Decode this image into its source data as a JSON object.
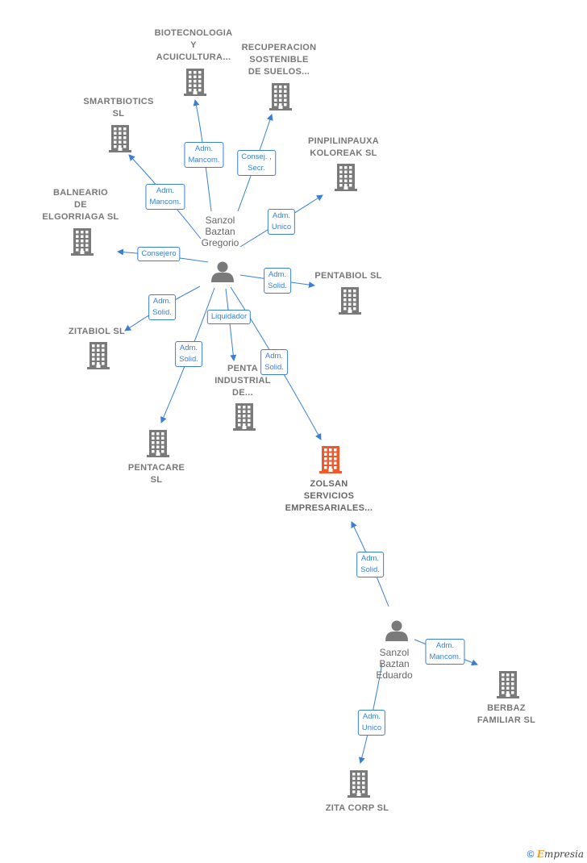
{
  "colors": {
    "edge": "#3a7fd5",
    "building": "#7a7a7a",
    "building_main": "#f05a2a",
    "person": "#7a7a7a"
  },
  "companies": [
    {
      "id": "biotec",
      "label": "BIOTECNOLOGIA\nY\nACUICULTURA..."
    },
    {
      "id": "recup",
      "label": "RECUPERACION\nSOSTENIBLE\nDE SUELOS..."
    },
    {
      "id": "smart",
      "label": "SMARTBIOTICS\nSL"
    },
    {
      "id": "pinpi",
      "label": "PINPILINPAUXA\nKOLOREAK  SL"
    },
    {
      "id": "balne",
      "label": "BALNEARIO\nDE\nELGORRIAGA SL"
    },
    {
      "id": "pentabiol",
      "label": "PENTABIOL  SL"
    },
    {
      "id": "zitabiol",
      "label": "ZITABIOL  SL"
    },
    {
      "id": "penta_ind",
      "label": "PENTA\nINDUSTRIAL\nDE..."
    },
    {
      "id": "pentacare",
      "label": "PENTACARE\nSL"
    },
    {
      "id": "zolsan",
      "label": "ZOLSAN\nSERVICIOS\nEMPRESARIALES...",
      "main": true
    },
    {
      "id": "berbaz",
      "label": "BERBAZ\nFAMILIAR  SL"
    },
    {
      "id": "zita",
      "label": "ZITA CORP  SL"
    }
  ],
  "persons": [
    {
      "id": "gregorio",
      "label": "Sanzol\nBaztan\nGregorio"
    },
    {
      "id": "eduardo",
      "label": "Sanzol\nBaztan\nEduardo"
    }
  ],
  "relations": [
    {
      "from": "gregorio",
      "to": "biotec",
      "role": "Adm.\nMancom."
    },
    {
      "from": "gregorio",
      "to": "recup",
      "role": "Consej. ,\nSecr."
    },
    {
      "from": "gregorio",
      "to": "smart",
      "role": "Adm.\nMancom."
    },
    {
      "from": "gregorio",
      "to": "pinpi",
      "role": "Adm.\nUnico"
    },
    {
      "from": "gregorio",
      "to": "balne",
      "role": "Consejero"
    },
    {
      "from": "gregorio",
      "to": "pentabiol",
      "role": "Adm.\nSolid."
    },
    {
      "from": "gregorio",
      "to": "zitabiol",
      "role": "Adm.\nSolid."
    },
    {
      "from": "gregorio",
      "to": "penta_ind",
      "role": "Liquidador"
    },
    {
      "from": "gregorio",
      "to": "pentacare",
      "role": "Adm.\nSolid."
    },
    {
      "from": "gregorio",
      "to": "zolsan",
      "role": "Adm.\nSolid."
    },
    {
      "from": "eduardo",
      "to": "zolsan",
      "role": "Adm.\nSolid."
    },
    {
      "from": "eduardo",
      "to": "berbaz",
      "role": "Adm.\nMancom."
    },
    {
      "from": "eduardo",
      "to": "zita",
      "role": "Adm.\nUnico"
    }
  ],
  "footer": {
    "symbol": "©",
    "brand_initial": "E",
    "brand_rest": "mpresia"
  }
}
